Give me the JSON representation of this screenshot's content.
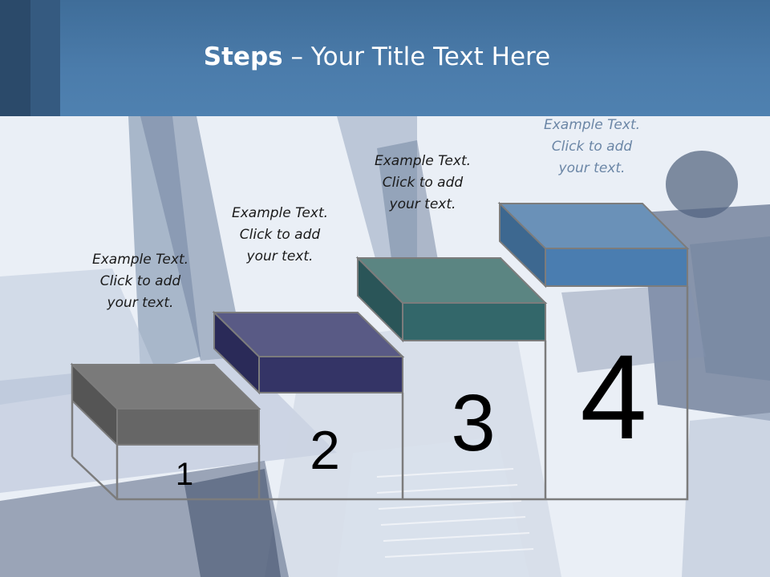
{
  "title": {
    "bold": "Steps",
    "rest": " – Your Title Text Here"
  },
  "steps": [
    {
      "number": "1",
      "line1": "Example Text.",
      "line2": "Click  to add",
      "line3": "your text.",
      "top_color": "#7a7a7a",
      "front_color": "#666666",
      "side_color": "#555555"
    },
    {
      "number": "2",
      "line1": "Example Text.",
      "line2": "Click  to add",
      "line3": "your text.",
      "top_color": "#595a85",
      "front_color": "#343466",
      "side_color": "#2a2a58"
    },
    {
      "number": "3",
      "line1": "Example Text.",
      "line2": "Click  to add",
      "line3": "your text.",
      "top_color": "#5b8582",
      "front_color": "#33676a",
      "side_color": "#2a5558"
    },
    {
      "number": "4",
      "line1": "Example Text.",
      "line2": "Click  to add",
      "line3": "your text.",
      "top_color": "#6a91b8",
      "front_color": "#4a7db0",
      "side_color": "#3d6890"
    }
  ]
}
